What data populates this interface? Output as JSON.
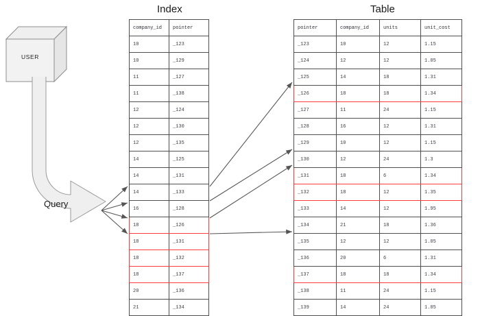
{
  "titles": {
    "index": "Index",
    "table": "Table"
  },
  "user": {
    "label": "USER"
  },
  "query": {
    "label": "Query"
  },
  "colors": {
    "highlight": "#fb3b3b",
    "border": "#4d4d4d",
    "text": "#3c3c4a",
    "shape_fill": "#efefef",
    "shape_stroke": "#8c8c8c",
    "arrow": "#555555"
  },
  "index_table": {
    "columns": [
      "company_id",
      "pointer"
    ],
    "rows": [
      {
        "company_id": "10",
        "pointer": "_123",
        "highlight": false
      },
      {
        "company_id": "10",
        "pointer": "_129",
        "highlight": false
      },
      {
        "company_id": "11",
        "pointer": "_127",
        "highlight": false
      },
      {
        "company_id": "11",
        "pointer": "_138",
        "highlight": false
      },
      {
        "company_id": "12",
        "pointer": "_124",
        "highlight": false
      },
      {
        "company_id": "12",
        "pointer": "_130",
        "highlight": false
      },
      {
        "company_id": "12",
        "pointer": "_135",
        "highlight": false
      },
      {
        "company_id": "14",
        "pointer": "_125",
        "highlight": false
      },
      {
        "company_id": "14",
        "pointer": "_131",
        "highlight": false
      },
      {
        "company_id": "14",
        "pointer": "_133",
        "highlight": false
      },
      {
        "company_id": "16",
        "pointer": "_128",
        "highlight": false
      },
      {
        "company_id": "18",
        "pointer": "_126",
        "highlight": true
      },
      {
        "company_id": "18",
        "pointer": "_131",
        "highlight": true
      },
      {
        "company_id": "18",
        "pointer": "_132",
        "highlight": true
      },
      {
        "company_id": "18",
        "pointer": "_137",
        "highlight": true
      },
      {
        "company_id": "20",
        "pointer": "_136",
        "highlight": false
      },
      {
        "company_id": "21",
        "pointer": "_134",
        "highlight": false
      }
    ]
  },
  "main_table": {
    "columns": [
      "pointer",
      "company_id",
      "units",
      "unit_cost"
    ],
    "rows": [
      {
        "pointer": "_123",
        "company_id": "10",
        "units": "12",
        "unit_cost": "1.15",
        "highlight": false
      },
      {
        "pointer": "_124",
        "company_id": "12",
        "units": "12",
        "unit_cost": "1.05",
        "highlight": false
      },
      {
        "pointer": "_125",
        "company_id": "14",
        "units": "18",
        "unit_cost": "1.31",
        "highlight": false
      },
      {
        "pointer": "_126",
        "company_id": "18",
        "units": "18",
        "unit_cost": "1.34",
        "highlight": true
      },
      {
        "pointer": "_127",
        "company_id": "11",
        "units": "24",
        "unit_cost": "1.15",
        "highlight": false
      },
      {
        "pointer": "_128",
        "company_id": "16",
        "units": "12",
        "unit_cost": "1.31",
        "highlight": false
      },
      {
        "pointer": "_129",
        "company_id": "10",
        "units": "12",
        "unit_cost": "1.15",
        "highlight": false
      },
      {
        "pointer": "_130",
        "company_id": "12",
        "units": "24",
        "unit_cost": "1.3",
        "highlight": false
      },
      {
        "pointer": "_131",
        "company_id": "18",
        "units": "6",
        "unit_cost": "1.34",
        "highlight": true
      },
      {
        "pointer": "_132",
        "company_id": "18",
        "units": "12",
        "unit_cost": "1.35",
        "highlight": true
      },
      {
        "pointer": "_133",
        "company_id": "14",
        "units": "12",
        "unit_cost": "1.95",
        "highlight": false
      },
      {
        "pointer": "_134",
        "company_id": "21",
        "units": "18",
        "unit_cost": "1.36",
        "highlight": false
      },
      {
        "pointer": "_135",
        "company_id": "12",
        "units": "12",
        "unit_cost": "1.05",
        "highlight": false
      },
      {
        "pointer": "_136",
        "company_id": "20",
        "units": "6",
        "unit_cost": "1.31",
        "highlight": false
      },
      {
        "pointer": "_137",
        "company_id": "18",
        "units": "18",
        "unit_cost": "1.34",
        "highlight": true
      },
      {
        "pointer": "_138",
        "company_id": "11",
        "units": "24",
        "unit_cost": "1.15",
        "highlight": false
      },
      {
        "pointer": "_139",
        "company_id": "14",
        "units": "24",
        "unit_cost": "1.05",
        "highlight": false
      }
    ]
  }
}
